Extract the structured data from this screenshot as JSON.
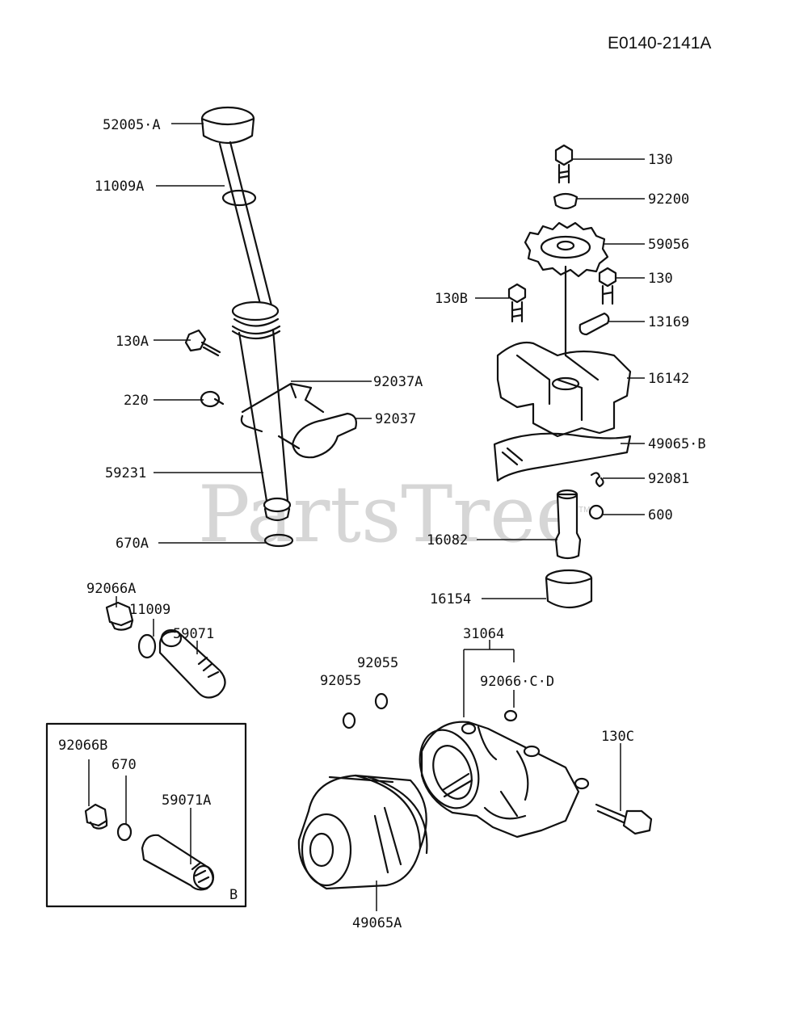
{
  "diagram_code": "E0140-2141A",
  "watermark": "PartsTree",
  "watermark_tm": "TM",
  "inset_tag": "B",
  "labels": {
    "p52005A": "52005·A",
    "p11009A": "11009A",
    "p130A": "130A",
    "p92037A": "92037A",
    "p220": "220",
    "p92037": "92037",
    "p59231": "59231",
    "p670A": "670A",
    "p130_top": "130",
    "p92200": "92200",
    "p59056": "59056",
    "p130_mid": "130",
    "p130B": "130B",
    "p13169": "13169",
    "p16142": "16142",
    "p49065B": "49065·B",
    "p92081": "92081",
    "p600": "600",
    "p16082": "16082",
    "p16154": "16154",
    "p92066A": "92066A",
    "p11009": "11009",
    "p59071": "59071",
    "p31064": "31064",
    "p92055_right": "92055",
    "p92055_left": "92055",
    "p92066CD": "92066·C·D",
    "p130C": "130C",
    "p92066B": "92066B",
    "p670": "670",
    "p59071A": "59071A",
    "p49065A": "49065A"
  }
}
